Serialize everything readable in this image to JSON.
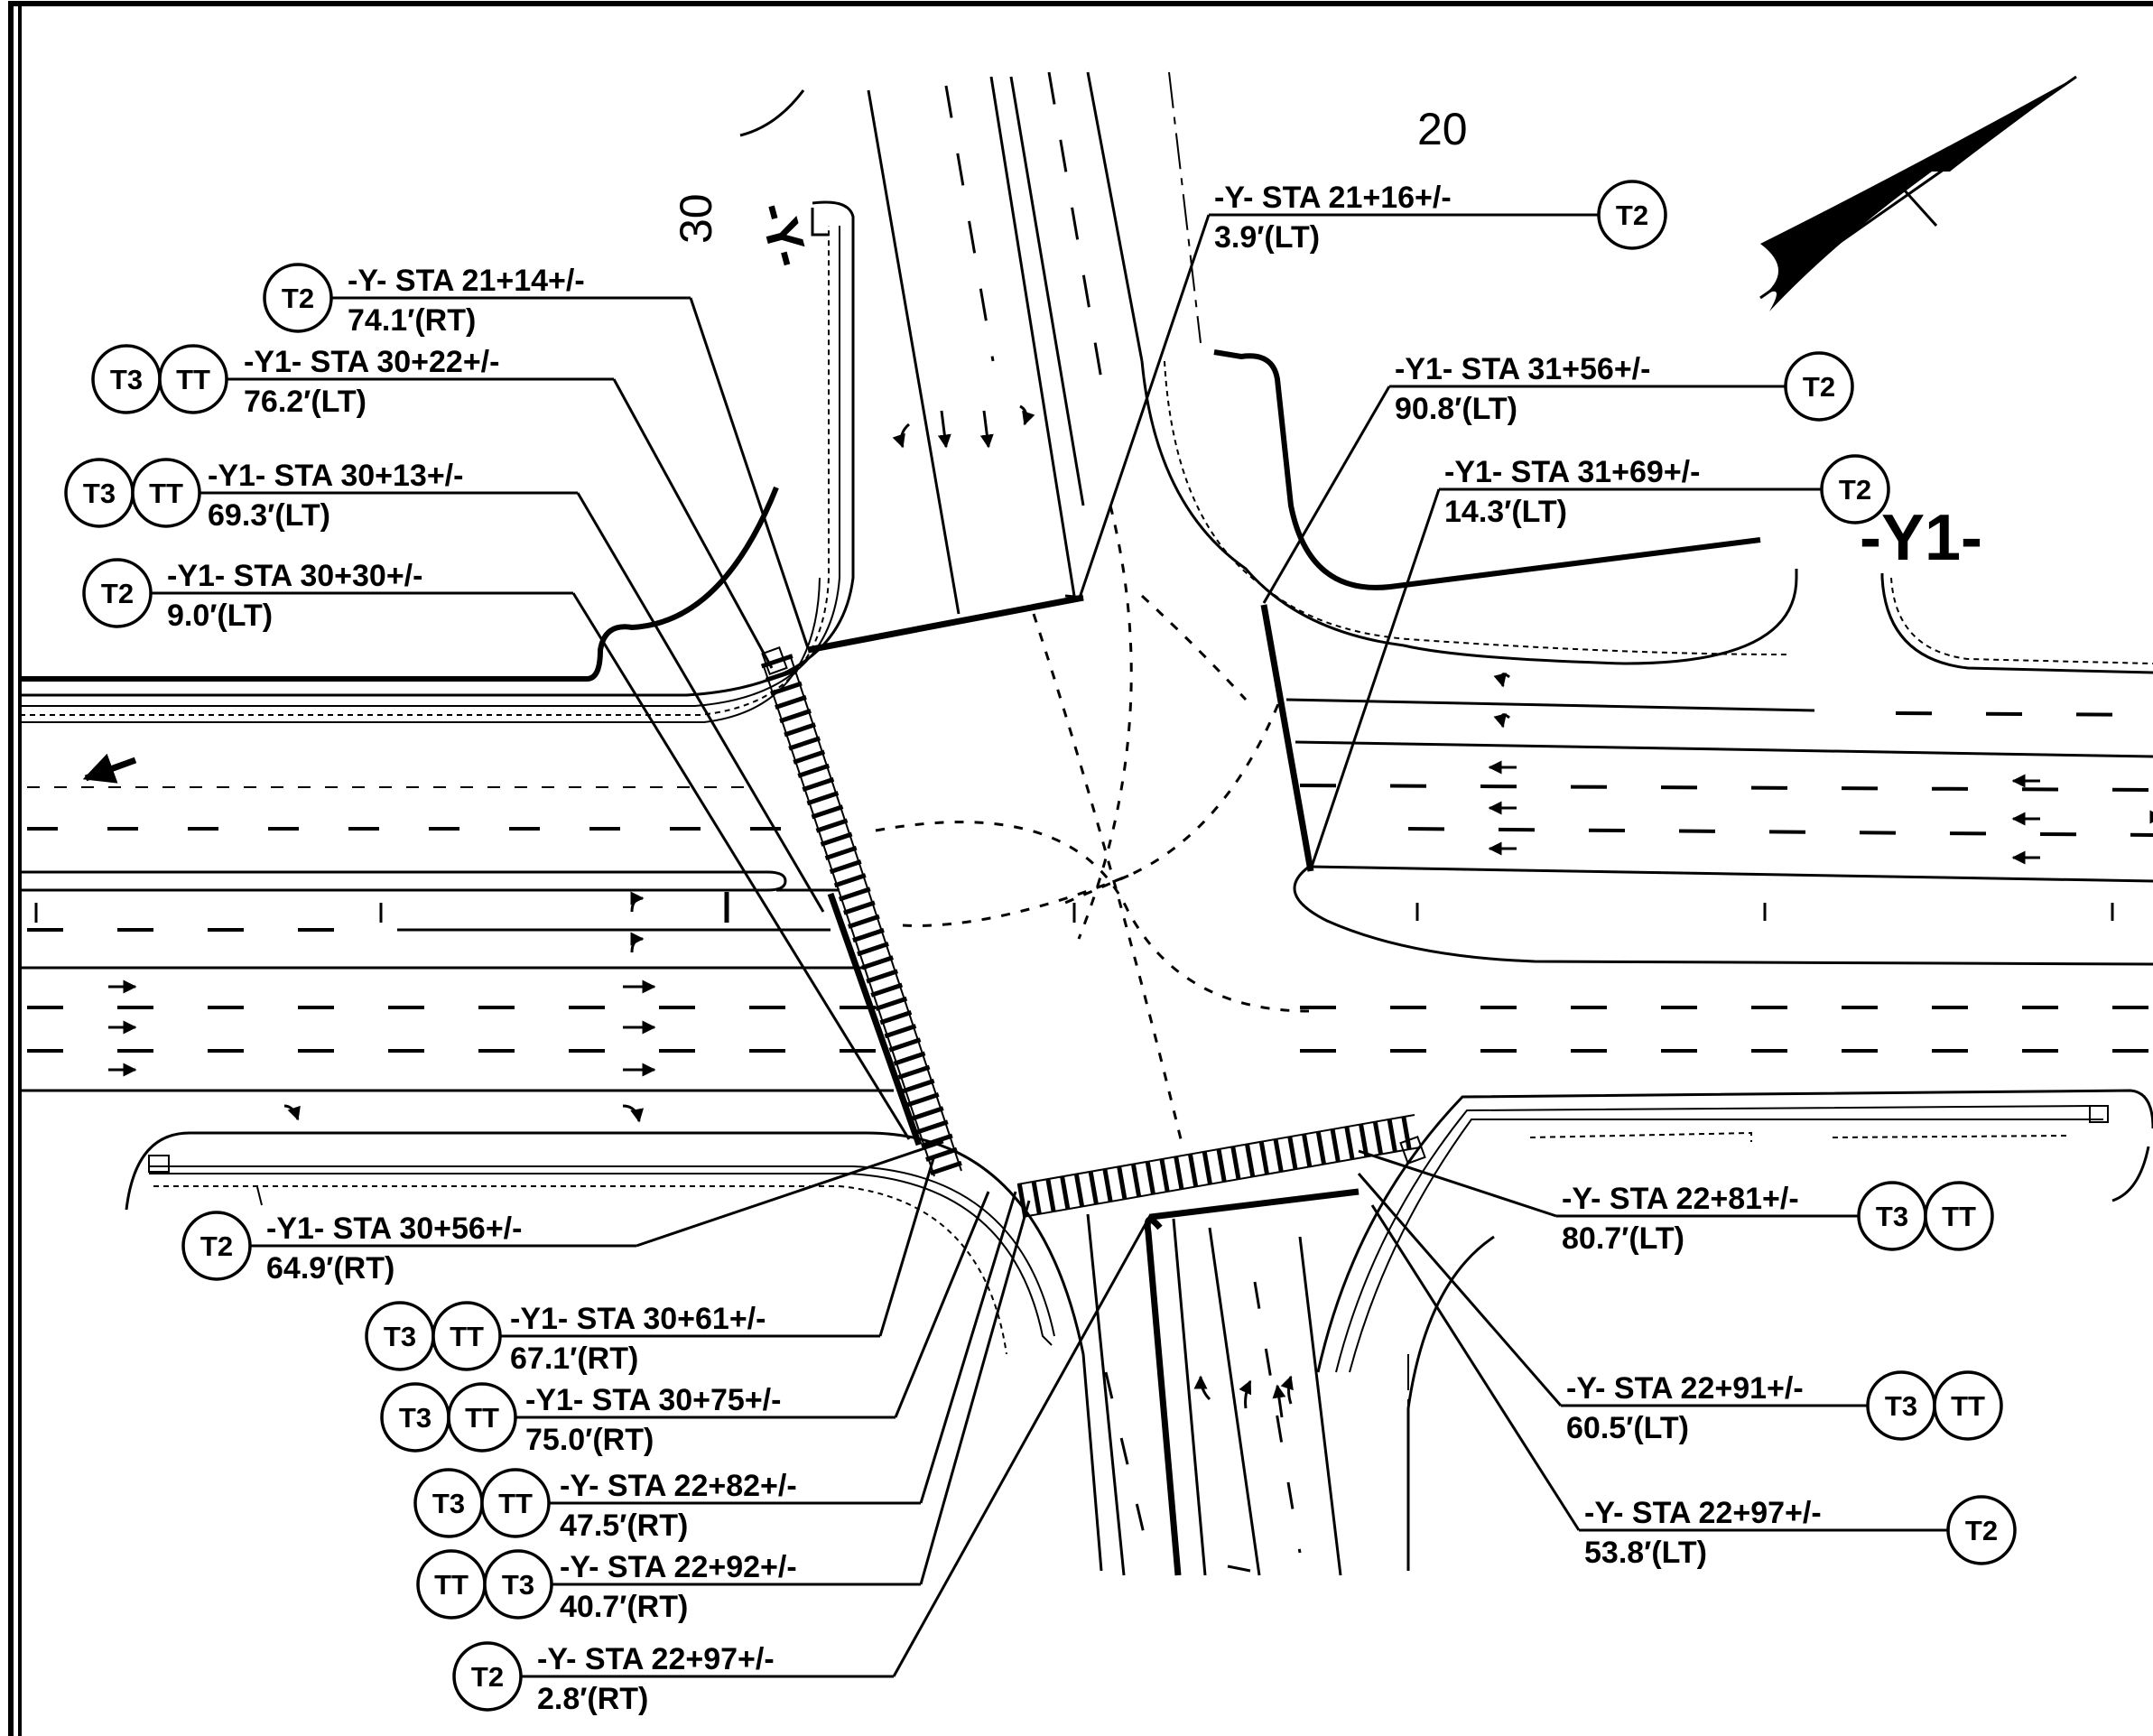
{
  "road_labels": {
    "y": "-Y-",
    "y1": "-Y1-"
  },
  "station_ticks": {
    "left": "30",
    "top": "20"
  },
  "callouts": [
    {
      "tags": [
        "T2"
      ],
      "line1": "-Y- STA 21+14+/-",
      "line2": "74.1′(RT)"
    },
    {
      "tags": [
        "T3",
        "TT"
      ],
      "line1": "-Y1- STA 30+22+/-",
      "line2": "76.2′(LT)"
    },
    {
      "tags": [
        "T3",
        "TT"
      ],
      "line1": "-Y1- STA 30+13+/-",
      "line2": "69.3′(LT)"
    },
    {
      "tags": [
        "T2"
      ],
      "line1": "-Y1- STA 30+30+/-",
      "line2": "9.0′(LT)"
    },
    {
      "tags": [
        "T2"
      ],
      "line1": "-Y- STA 21+16+/-",
      "line2": "3.9′(LT)"
    },
    {
      "tags": [
        "T2"
      ],
      "line1": "-Y1- STA 31+56+/-",
      "line2": "90.8′(LT)"
    },
    {
      "tags": [
        "T2"
      ],
      "line1": "-Y1- STA 31+69+/-",
      "line2": "14.3′(LT)"
    },
    {
      "tags": [
        "T2"
      ],
      "line1": "-Y1- STA 30+56+/-",
      "line2": "64.9′(RT)"
    },
    {
      "tags": [
        "T3",
        "TT"
      ],
      "line1": "-Y1- STA 30+61+/-",
      "line2": "67.1′(RT)"
    },
    {
      "tags": [
        "T3",
        "TT"
      ],
      "line1": "-Y1- STA 30+75+/-",
      "line2": "75.0′(RT)"
    },
    {
      "tags": [
        "T3",
        "TT"
      ],
      "line1": "-Y- STA 22+82+/-",
      "line2": "47.5′(RT)"
    },
    {
      "tags": [
        "TT",
        "T3"
      ],
      "line1": "-Y- STA 22+92+/-",
      "line2": "40.7′(RT)"
    },
    {
      "tags": [
        "T2"
      ],
      "line1": "-Y- STA 22+97+/-",
      "line2": "2.8′(RT)"
    },
    {
      "tags": [
        "T3",
        "TT"
      ],
      "line1": "-Y- STA 22+81+/-",
      "line2": "80.7′(LT)"
    },
    {
      "tags": [
        "T3",
        "TT"
      ],
      "line1": "-Y- STA 22+91+/-",
      "line2": "60.5′(LT)"
    },
    {
      "tags": [
        "T2"
      ],
      "line1": "-Y- STA 22+97+/-",
      "line2": "53.8′(LT)"
    }
  ],
  "icons": {
    "north_arrow": "north-arrow-icon",
    "lane_arrow": "lane-arrow-icon",
    "tag_circle": "signal-tag-icon"
  }
}
